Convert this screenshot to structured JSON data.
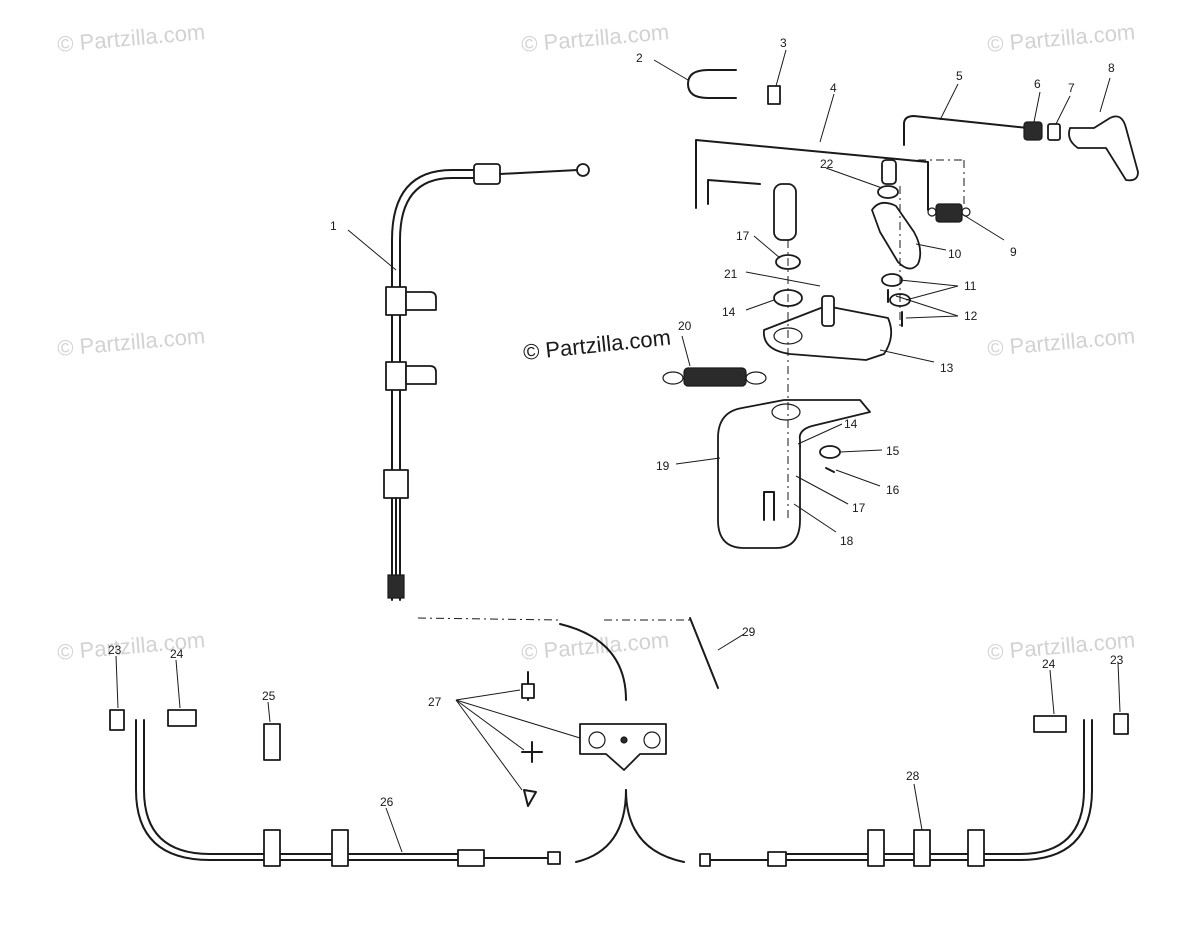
{
  "watermark_text": "© Partzilla.com",
  "center_watermark_text": "© Partzilla.com",
  "callouts": [
    "1",
    "2",
    "3",
    "4",
    "5",
    "6",
    "7",
    "8",
    "9",
    "10",
    "11",
    "12",
    "13",
    "14",
    "15",
    "16",
    "17",
    "18",
    "19",
    "20",
    "21",
    "22",
    "23",
    "24",
    "25",
    "26",
    "27",
    "28",
    "29"
  ]
}
